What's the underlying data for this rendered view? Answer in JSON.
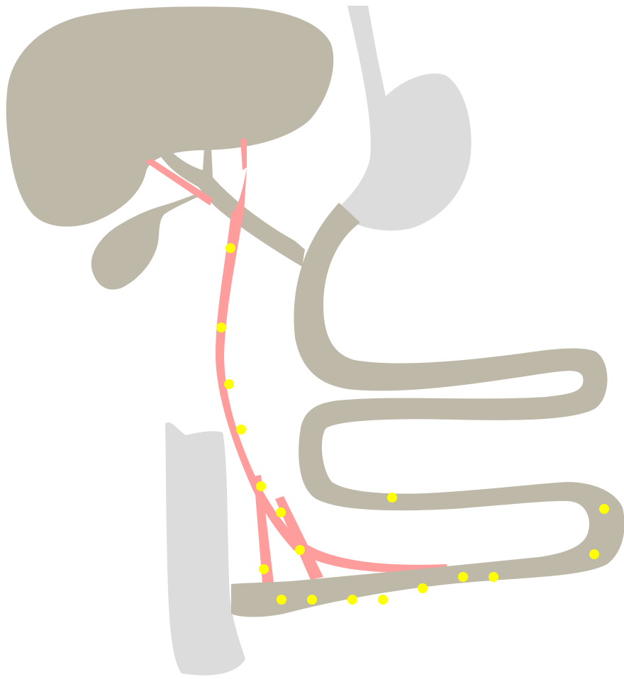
{
  "colors": {
    "background": "#ffffff",
    "organ_tan": "#bdb8a8",
    "organ_light_gray": "#dcdcdc",
    "vessel_pink": "#ff9c9c",
    "marker_yellow": "#ffff00"
  },
  "structures": [
    "liver",
    "gallbladder",
    "bile-duct",
    "esophagus",
    "stomach",
    "duodenum-and-jejunum",
    "colon",
    "artery-tree"
  ],
  "markers": {
    "count": 18
  }
}
